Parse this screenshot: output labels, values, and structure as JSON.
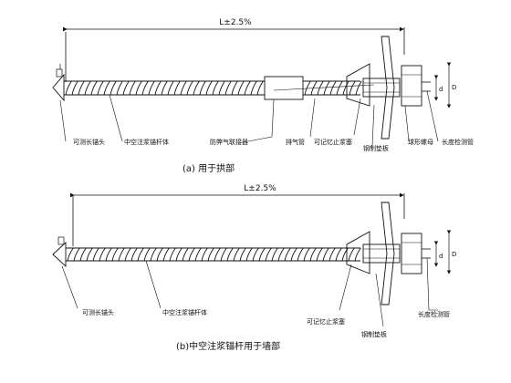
{
  "diagram_a": {
    "dimension": "L±2.5%",
    "caption": "(a) 用于拱部",
    "labels": [
      "可测长锚头",
      "中空注浆锚杆体",
      "防弊气联接器",
      "排气管",
      "可记忆止浆塞",
      "钢制垫板",
      "球形螺母",
      "长度检测管"
    ],
    "dim_d": "d",
    "dim_D": "D"
  },
  "diagram_b": {
    "dimension": "L±2.5%",
    "caption": "(b)中空注浆锚杆用于墙部",
    "labels": [
      "可测长锚头",
      "中空注浆锚杆体",
      "可记忆止浆塞",
      "钢制垫板",
      "长度检测管"
    ],
    "dim_d": "d",
    "dim_D": "D"
  }
}
